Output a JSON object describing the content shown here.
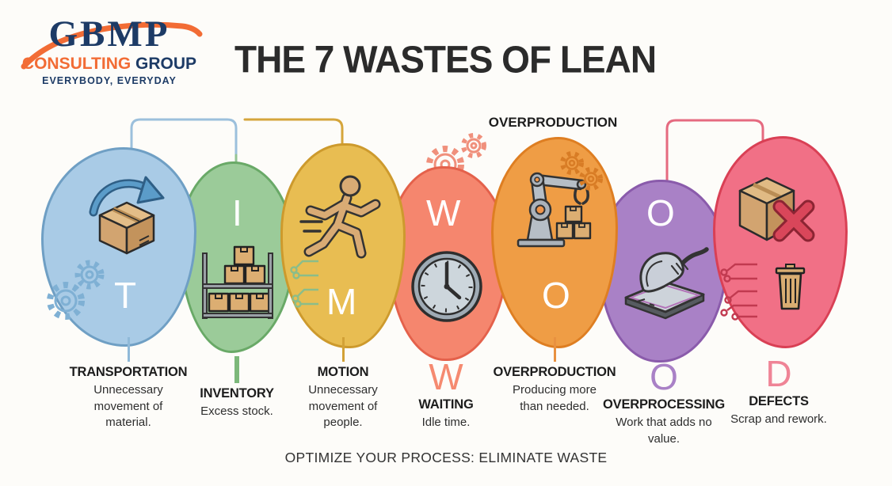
{
  "brand": {
    "name": "GBMP",
    "word1": "CONSULTING",
    "word2": "GROUP",
    "tagline": "EVERYBODY, EVERYDAY"
  },
  "title": "THE 7 WASTES OF LEAN",
  "top_label": "OVERPRODUCTION",
  "footer": "OPTIMIZE YOUR PROCESS: ELIMINATE WASTE",
  "colors": {
    "background": "#fdfcf9",
    "brand-navy": "#1d3b66",
    "brand-orange": "#f26c35",
    "title-ink": "#2b2b2b",
    "text-ink": "#1d1d1d",
    "desc-ink": "#2e2e2e"
  },
  "wastes": [
    {
      "letter": "T",
      "name": "TRANSPORTATION",
      "description": "Unnecessary movement of material.",
      "icon": "box-with-arrow-icon",
      "fill": "#a9cbe6",
      "border": "#6f9fc4",
      "accent": "#90b9d8",
      "connector": "line"
    },
    {
      "letter": "I",
      "name": "INVENTORY",
      "description": "Excess stock.",
      "icon": "shelf-boxes-icon",
      "fill": "#9bcb99",
      "border": "#69a967",
      "accent": "#7cb87a",
      "connector": "letter"
    },
    {
      "letter": "M",
      "name": "MOTION",
      "description": "Unnecessary movement of people.",
      "icon": "running-person-icon",
      "fill": "#e8bd52",
      "border": "#cd9a2d",
      "accent": "#d2a136",
      "connector": "line"
    },
    {
      "letter": "W",
      "name": "WAITING",
      "description": "Idle time.",
      "icon": "clock-icon",
      "fill": "#f5866e",
      "border": "#e4614b",
      "accent": "#f58a70",
      "connector": "letter"
    },
    {
      "letter": "O",
      "name": "OVERPRODUCTION",
      "description": "Producing more than needed.",
      "icon": "robot-arm-boxes-icon",
      "fill": "#ef9d45",
      "border": "#de7e22",
      "accent": "#e89140",
      "connector": "line"
    },
    {
      "letter": "O",
      "name": "OVERPROCESSING",
      "description": "Work that adds no value.",
      "icon": "sander-icon",
      "fill": "#a981c6",
      "border": "#8a5bab",
      "accent": "#a981c6",
      "connector": "letter"
    },
    {
      "letter": "D",
      "name": "DEFECTS",
      "description": "Scrap and rework.",
      "icon": "defect-box-icon trash-icon",
      "fill": "#f17086",
      "border": "#d94055",
      "accent": "#ef8496",
      "connector": "letter"
    }
  ],
  "decorations": [
    "gears-icon",
    "gears-icon",
    "gears-icon",
    "circuit-icon",
    "circuit-icon"
  ]
}
